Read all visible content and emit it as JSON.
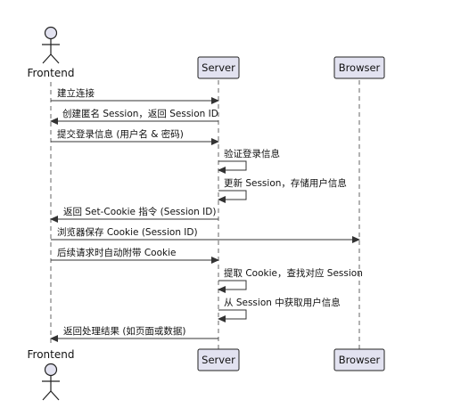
{
  "participants": {
    "frontend": {
      "label": "Frontend"
    },
    "server": {
      "label": "Server"
    },
    "browser": {
      "label": "Browser"
    }
  },
  "messages": [
    {
      "from": "frontend",
      "to": "server",
      "text": "建立连接"
    },
    {
      "from": "server",
      "to": "frontend",
      "text": "创建匿名 Session，返回 Session ID"
    },
    {
      "from": "frontend",
      "to": "server",
      "text": "提交登录信息 (用户名 & 密码)"
    },
    {
      "from": "server",
      "to": "server",
      "text": "验证登录信息"
    },
    {
      "from": "server",
      "to": "server",
      "text": "更新 Session，存储用户信息"
    },
    {
      "from": "server",
      "to": "frontend",
      "text": "返回 Set-Cookie 指令 (Session ID)"
    },
    {
      "from": "frontend",
      "to": "browser",
      "text": "浏览器保存 Cookie (Session ID)"
    },
    {
      "from": "frontend",
      "to": "server",
      "text": "后续请求时自动附带 Cookie"
    },
    {
      "from": "server",
      "to": "server",
      "text": "提取 Cookie，查找对应 Session"
    },
    {
      "from": "server",
      "to": "server",
      "text": "从 Session 中获取用户信息"
    },
    {
      "from": "server",
      "to": "frontend",
      "text": "返回处理结果 (如页面或数据)"
    }
  ],
  "colors": {
    "line": "#333333",
    "lifeline": "#666666",
    "box_fill": "#e2e2f0",
    "box_stroke": "#222222",
    "actor_fill": "#e2e2f0",
    "text": "#111111"
  }
}
